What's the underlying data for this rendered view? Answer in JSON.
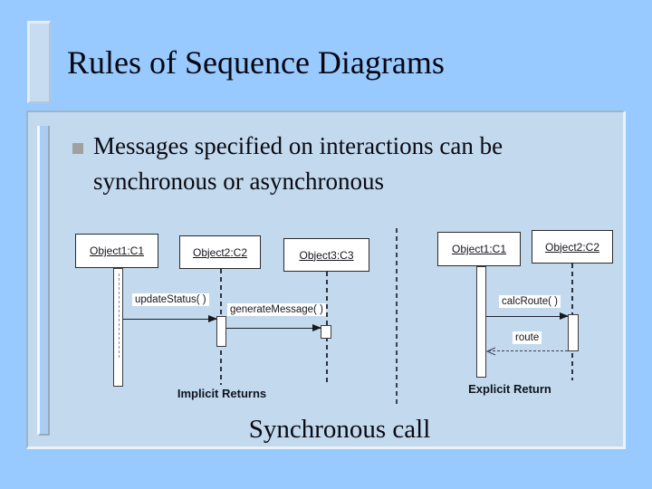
{
  "slide": {
    "title": "Rules of Sequence Diagrams",
    "bullet_text": "Messages specified on interactions can be synchronous or asynchronous",
    "caption": "Synchronous call"
  },
  "left_diagram": {
    "objects": [
      "Object1:C1",
      "Object2:C2",
      "Object3:C3"
    ],
    "message1": "updateStatus( )",
    "message2": "generateMessage( )",
    "label": "Implicit Returns"
  },
  "right_diagram": {
    "objects": [
      "Object1:C1",
      "Object2:C2"
    ],
    "message1": "calcRoute( )",
    "return_message": "route",
    "label": "Explicit Return"
  },
  "colors": {
    "page_background": "#99caff",
    "panel_background": "#c3d9ee",
    "accent_stripe": "#a9cdf3",
    "bullet": "#a0a0a0",
    "line": "#1c2430"
  }
}
